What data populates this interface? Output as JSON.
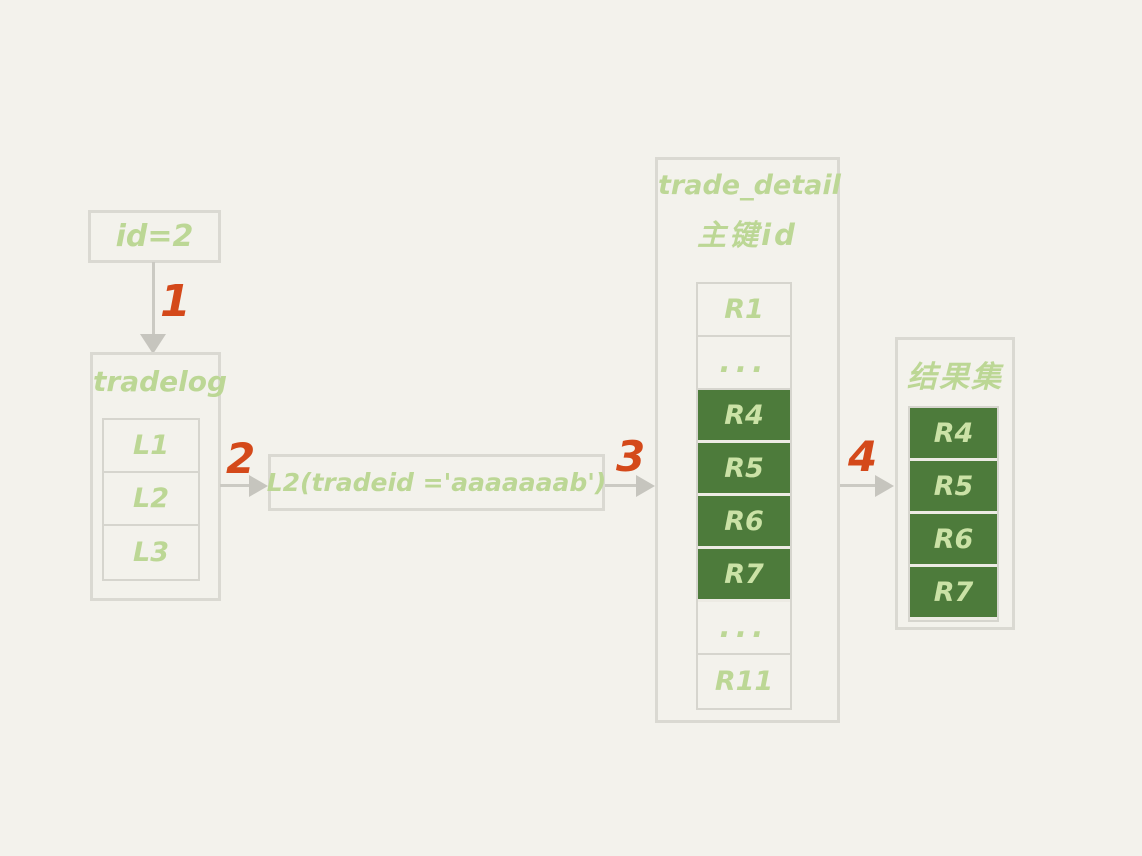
{
  "diagram": {
    "id_box": {
      "label": "id=2"
    },
    "steps": {
      "s1": "1",
      "s2": "2",
      "s3": "3",
      "s4": "4"
    },
    "tradelog": {
      "title": "tradelog",
      "rows": [
        {
          "label": "L1"
        },
        {
          "label": "L2"
        },
        {
          "label": "L3"
        }
      ]
    },
    "sql_box": {
      "label": "L2(tradeid ='aaaaaaab')"
    },
    "trade_detail": {
      "title": "trade_detail",
      "subtitle": "主键id",
      "rows": [
        {
          "label": "R1",
          "highlight": false
        },
        {
          "label": "...",
          "highlight": false
        },
        {
          "label": "R4",
          "highlight": true
        },
        {
          "label": "R5",
          "highlight": true
        },
        {
          "label": "R6",
          "highlight": true
        },
        {
          "label": "R7",
          "highlight": true
        },
        {
          "label": "...",
          "highlight": false
        },
        {
          "label": "R11",
          "highlight": false
        }
      ]
    },
    "result_set": {
      "title": "结果集",
      "rows": [
        {
          "label": "R4"
        },
        {
          "label": "R5"
        },
        {
          "label": "R6"
        },
        {
          "label": "R7"
        }
      ]
    },
    "colors": {
      "background": "#f3f2ec",
      "box_border": "#dad9d2",
      "arrow": "#c6c5be",
      "ink_green": "#bcd795",
      "highlight_green": "#4d7b3b",
      "highlight_text": "#cbe2a6",
      "step_orange": "#d4491a"
    }
  }
}
